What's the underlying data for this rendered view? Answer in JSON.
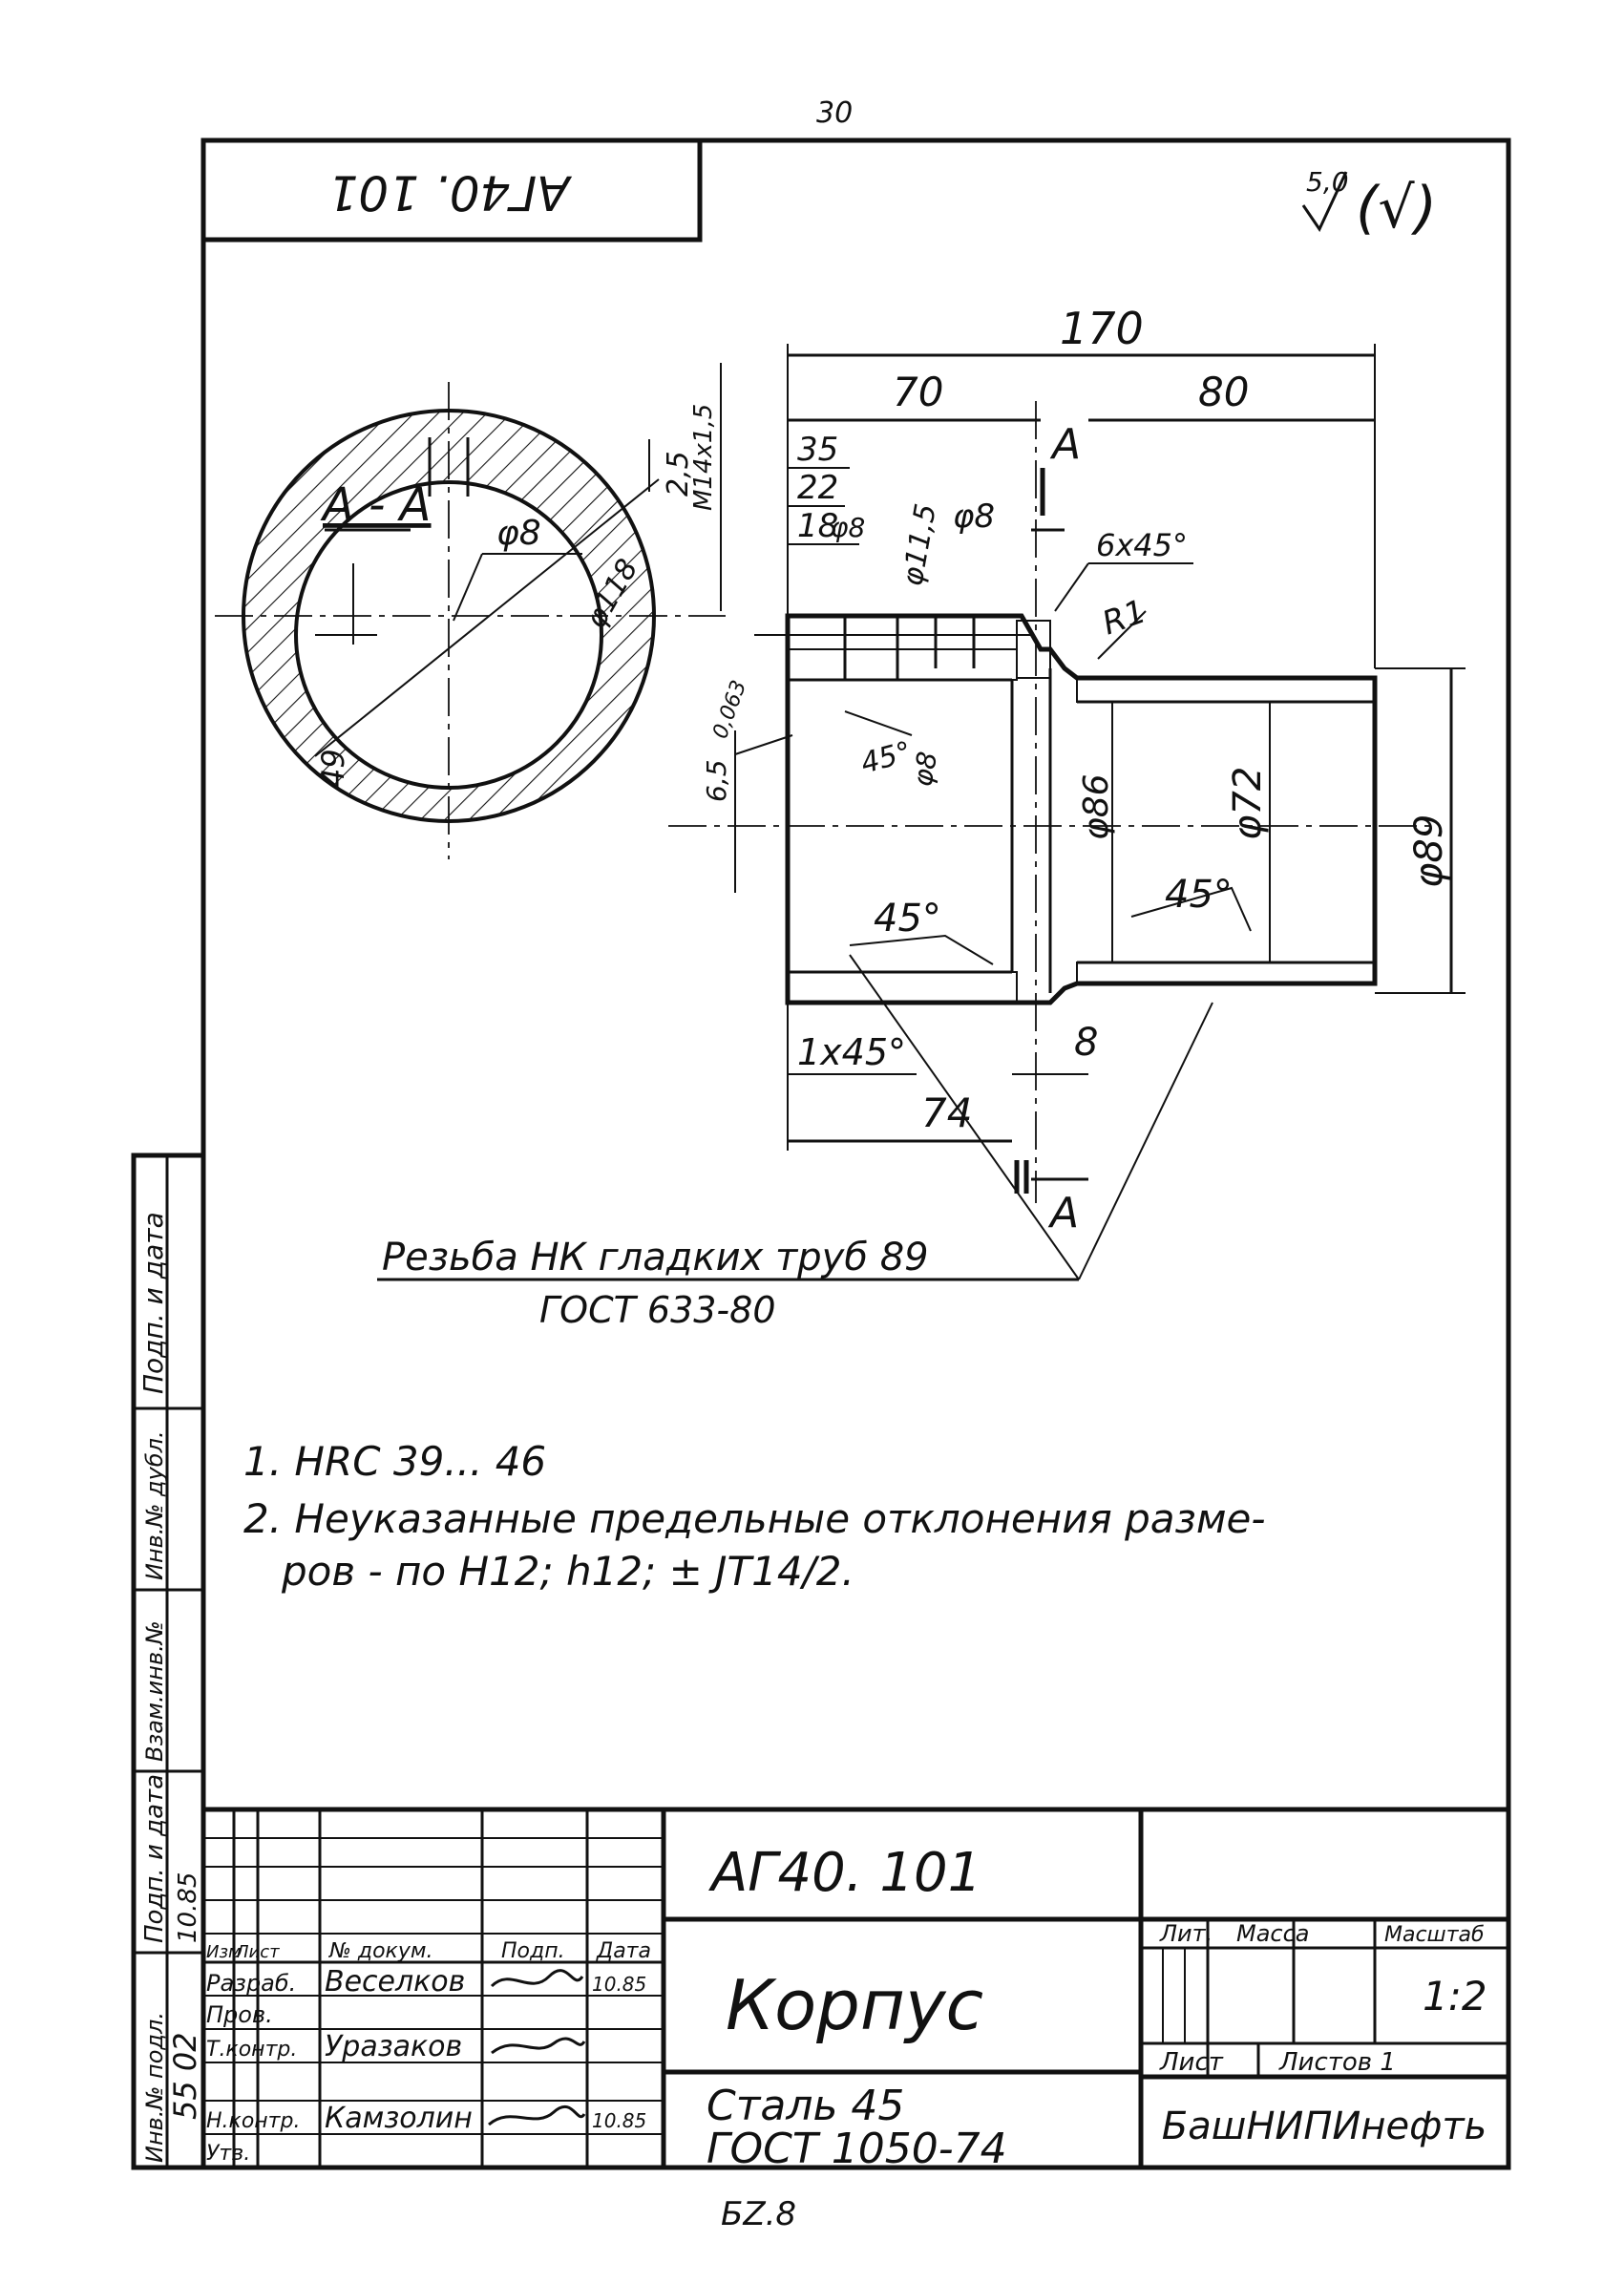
{
  "sheet": {
    "page_number": "30",
    "bottom_note": "БZ.8",
    "stamp_top": "АГ40. 101",
    "roughness": "5,0",
    "roughness_symbol": "(√)"
  },
  "section_view": {
    "title": "А - А",
    "hole_label": "φ8",
    "outer_diameter": "φ118",
    "offset": "49"
  },
  "dimensions": {
    "total_length": "170",
    "left_length": "70",
    "right_length": "80",
    "d35": "35",
    "d22": "22",
    "d18": "18",
    "d8a": "φ8",
    "d11": "φ11,5",
    "d8b": "φ8",
    "chamfer_top": "6x45°",
    "radius": "R1",
    "thread": "M14x1,5",
    "d25": "2,5",
    "d063": "0,063",
    "angle_inner": "45°",
    "d8c": "φ8",
    "d65": "6,5",
    "d86": "φ86",
    "d72": "φ72",
    "d89": "φ89",
    "angle_left": "45°",
    "angle_right": "45°",
    "chamfer_bottom": "1x45°",
    "d8_bottom": "8",
    "d74": "74",
    "section_mark": "А"
  },
  "thread_note": {
    "line1": "Резьба НК гладких труб 89",
    "line2": "ГОСТ 633-80"
  },
  "notes": {
    "n1": "1. HRC 39... 46",
    "n2a": "2. Неуказанные предельные отклонения разме-",
    "n2b": "ров - по H12; h12; ± JT14/2."
  },
  "side_strip": {
    "f1": "Подп. и дата",
    "f2": "Инв.№ дубл.",
    "f3": "Взам.инв.№",
    "f4": "Подп. и дата",
    "f4_value": "10.85",
    "f5": "Инв.№ подл.",
    "f5_value": "55 02"
  },
  "title_block": {
    "designation": "АГ40. 101",
    "part_name": "Корпус",
    "material_line1": "Сталь 45",
    "material_line2": "ГОСТ 1050-74",
    "organization": "БашНИПИнефть",
    "lit_label": "Лит.",
    "mass_label": "Масса",
    "scale_label": "Масштаб",
    "scale_value": "1:2",
    "sheet_label": "Лист",
    "sheets_label": "Листов 1",
    "col_change": "Изм",
    "col_sheet": "Лист",
    "col_doc": "№ докум.",
    "col_sign": "Подп.",
    "col_date": "Дата",
    "role_dev": "Разраб.",
    "role_check": "Пров.",
    "role_tcontrol": "Т.контр.",
    "role_ncontrol": "Н.контр.",
    "role_approve": "Утв.",
    "name_dev": "Веселков",
    "name_tcontrol": "Уразаков",
    "name_ncontrol": "Камзолин",
    "date_dev": "10.85",
    "date_ncontrol": "10.85"
  }
}
